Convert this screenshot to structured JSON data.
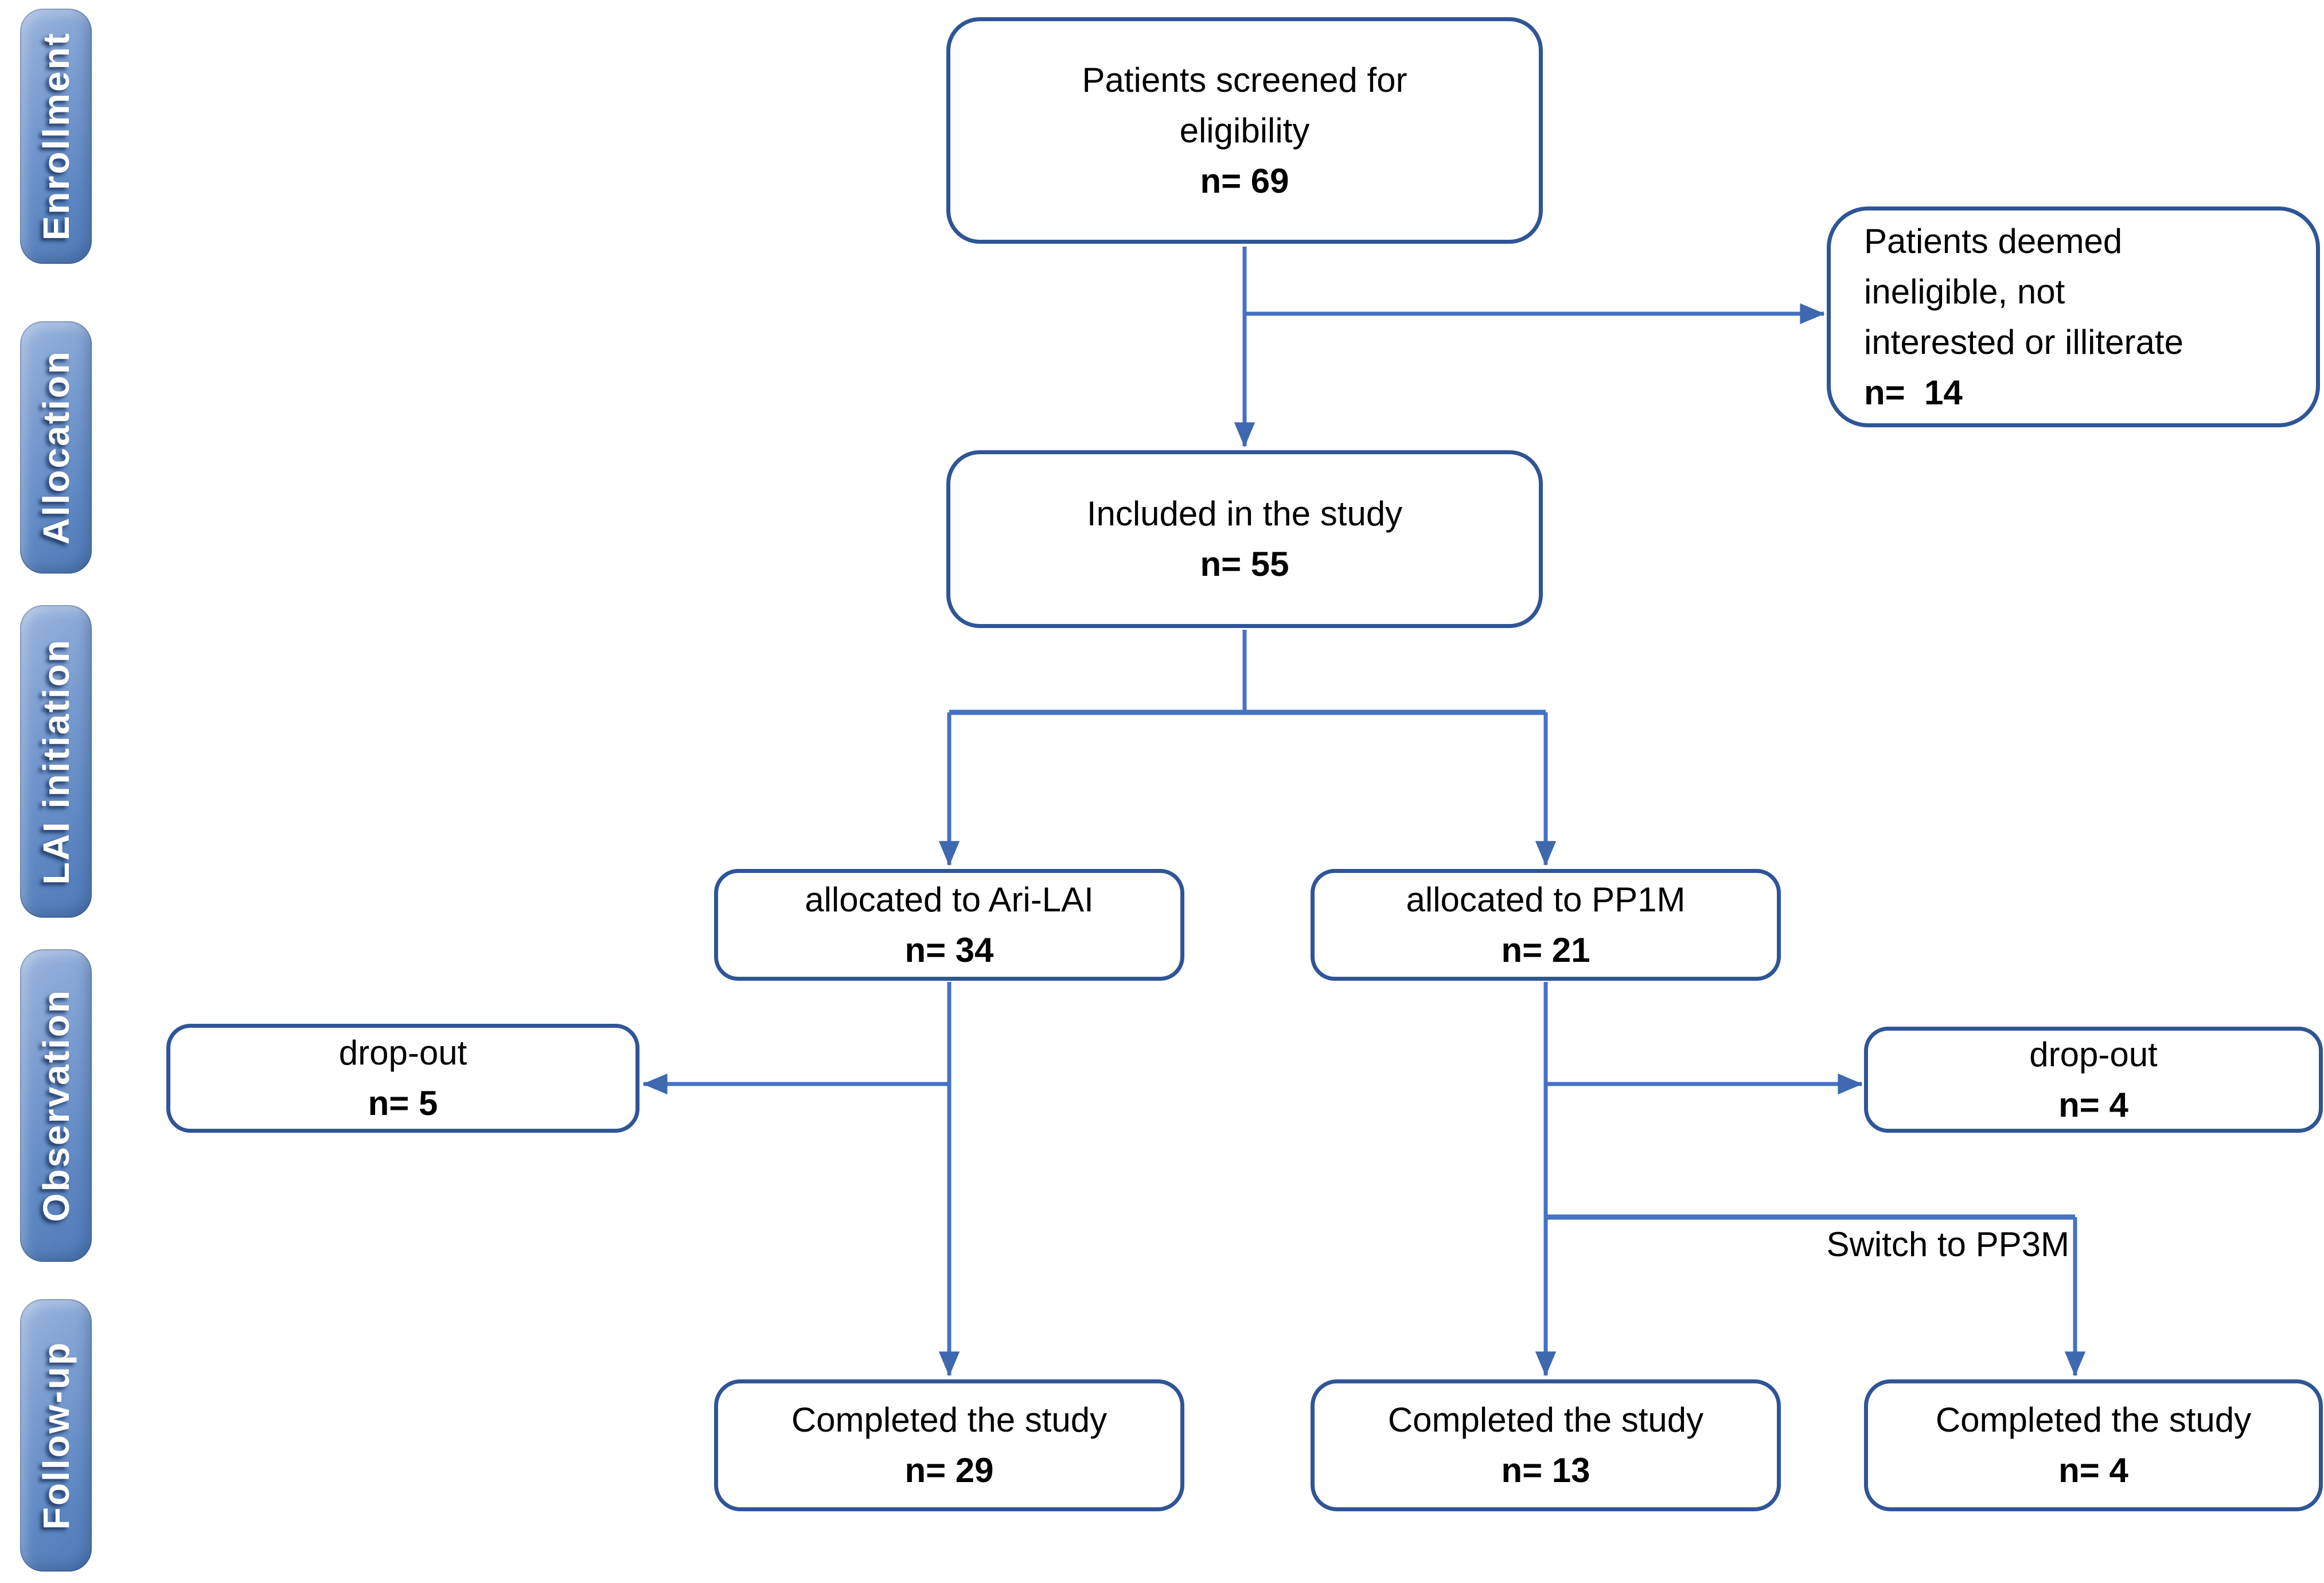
{
  "stages": [
    {
      "label": "Enrollment"
    },
    {
      "label": "Allocation"
    },
    {
      "label": "LAI initiation"
    },
    {
      "label": "Observation"
    },
    {
      "label": "Follow-up"
    }
  ],
  "boxes": {
    "screened": {
      "label": "Patients screened for\neligibility",
      "n": "n= 69"
    },
    "ineligible": {
      "label": "Patients deemed\nineligible, not\ninterested or illiterate",
      "n": "n=  14"
    },
    "included": {
      "label": "Included in the study",
      "n": "n= 55"
    },
    "allocated_ari": {
      "label": "allocated to Ari-LAI",
      "n": "n= 34"
    },
    "allocated_pp1m": {
      "label": "allocated to PP1M",
      "n": "n= 21"
    },
    "dropout_ari": {
      "label": "drop-out",
      "n": "n= 5"
    },
    "dropout_pp1m": {
      "label": "drop-out",
      "n": "n= 4"
    },
    "completed_ari": {
      "label": "Completed the study",
      "n": "n= 29"
    },
    "completed_pp1m": {
      "label": "Completed the study",
      "n": "n= 13"
    },
    "completed_pp3m": {
      "label": "Completed the study",
      "n": "n= 4"
    }
  },
  "annotations": {
    "switch_to_pp3m": "Switch to PP3M"
  },
  "colors": {
    "box_border": "#2F5597",
    "connector": "#4472C4",
    "arrowhead": "#3E68B0",
    "stage_gradient_start": "#9CB6DE",
    "stage_gradient_end": "#4E79B6",
    "stage_text": "#FFFFFF",
    "text": "#000000",
    "background": "#FFFFFF"
  }
}
